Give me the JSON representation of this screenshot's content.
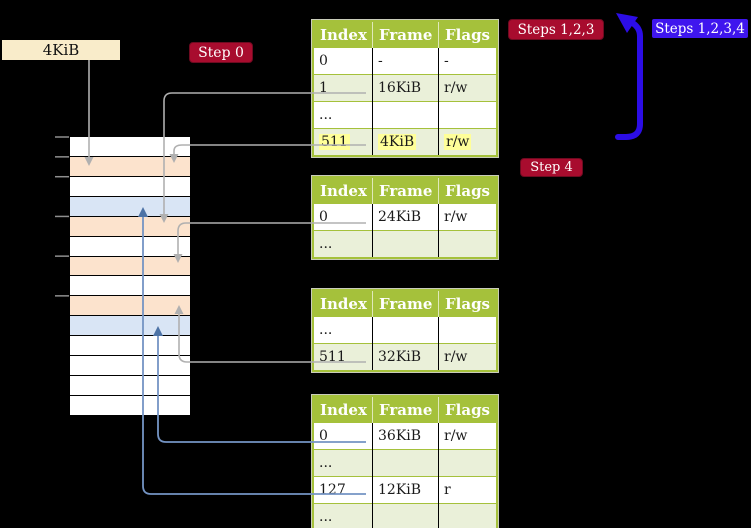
{
  "diagram": {
    "memory_box_label": "4KiB",
    "badges": {
      "step0": {
        "label": "Step 0"
      },
      "steps123": {
        "label": "Steps 1,2,3"
      },
      "steps1234": {
        "label": "Steps 1,2,3,4"
      },
      "step4": {
        "label": "Step 4"
      }
    },
    "memory_stack": {
      "rows": [
        "white",
        "peach",
        "white",
        "blue",
        "peach",
        "white",
        "peach",
        "white",
        "peach",
        "blue",
        "white",
        "white",
        "white",
        "white"
      ],
      "row_colors": {
        "white": "#ffffff",
        "peach": "#fce3cd",
        "blue": "#d9e5f5"
      },
      "tick_boundaries": [
        0,
        1,
        2,
        4,
        6,
        8
      ]
    },
    "tables": [
      {
        "name": "page-table-1",
        "headers": [
          "Index",
          "Frame",
          "Flags"
        ],
        "rows": [
          {
            "cells": [
              "0",
              "-",
              "-"
            ],
            "shaded": false,
            "highlighted": false
          },
          {
            "cells": [
              "1",
              "16KiB",
              "r/w"
            ],
            "shaded": true,
            "highlighted": false
          },
          {
            "cells": [
              "...",
              "",
              ""
            ],
            "shaded": false,
            "highlighted": false
          },
          {
            "cells": [
              "511",
              "4KiB",
              "r/w"
            ],
            "shaded": true,
            "highlighted": true
          }
        ]
      },
      {
        "name": "page-table-2",
        "headers": [
          "Index",
          "Frame",
          "Flags"
        ],
        "rows": [
          {
            "cells": [
              "0",
              "24KiB",
              "r/w"
            ],
            "shaded": false,
            "highlighted": false
          },
          {
            "cells": [
              "...",
              "",
              ""
            ],
            "shaded": true,
            "highlighted": false
          }
        ]
      },
      {
        "name": "page-table-3",
        "headers": [
          "Index",
          "Frame",
          "Flags"
        ],
        "rows": [
          {
            "cells": [
              "...",
              "",
              ""
            ],
            "shaded": false,
            "highlighted": false
          },
          {
            "cells": [
              "511",
              "32KiB",
              "r/w"
            ],
            "shaded": true,
            "highlighted": false
          }
        ]
      },
      {
        "name": "page-table-4",
        "headers": [
          "Index",
          "Frame",
          "Flags"
        ],
        "rows": [
          {
            "cells": [
              "0",
              "36KiB",
              "r/w"
            ],
            "shaded": false,
            "highlighted": false
          },
          {
            "cells": [
              "...",
              "",
              ""
            ],
            "shaded": true,
            "highlighted": false
          },
          {
            "cells": [
              "127",
              "12KiB",
              "r"
            ],
            "shaded": false,
            "highlighted": false
          },
          {
            "cells": [
              "...",
              "",
              ""
            ],
            "shaded": true,
            "highlighted": false
          }
        ]
      }
    ],
    "colors": {
      "olive": "#a5c13b",
      "lightgreen": "#eaf0d9",
      "cream": "#f9ecca",
      "crimson": "#a80c2e",
      "blue_badge": "#3f16ee",
      "big_arrow": "#2c0de6",
      "gray_line": "#b0b0b0",
      "blue_line": "#7494c4",
      "blue_arrowhead": "#4d73a6",
      "highlight": "#ffff99"
    }
  }
}
